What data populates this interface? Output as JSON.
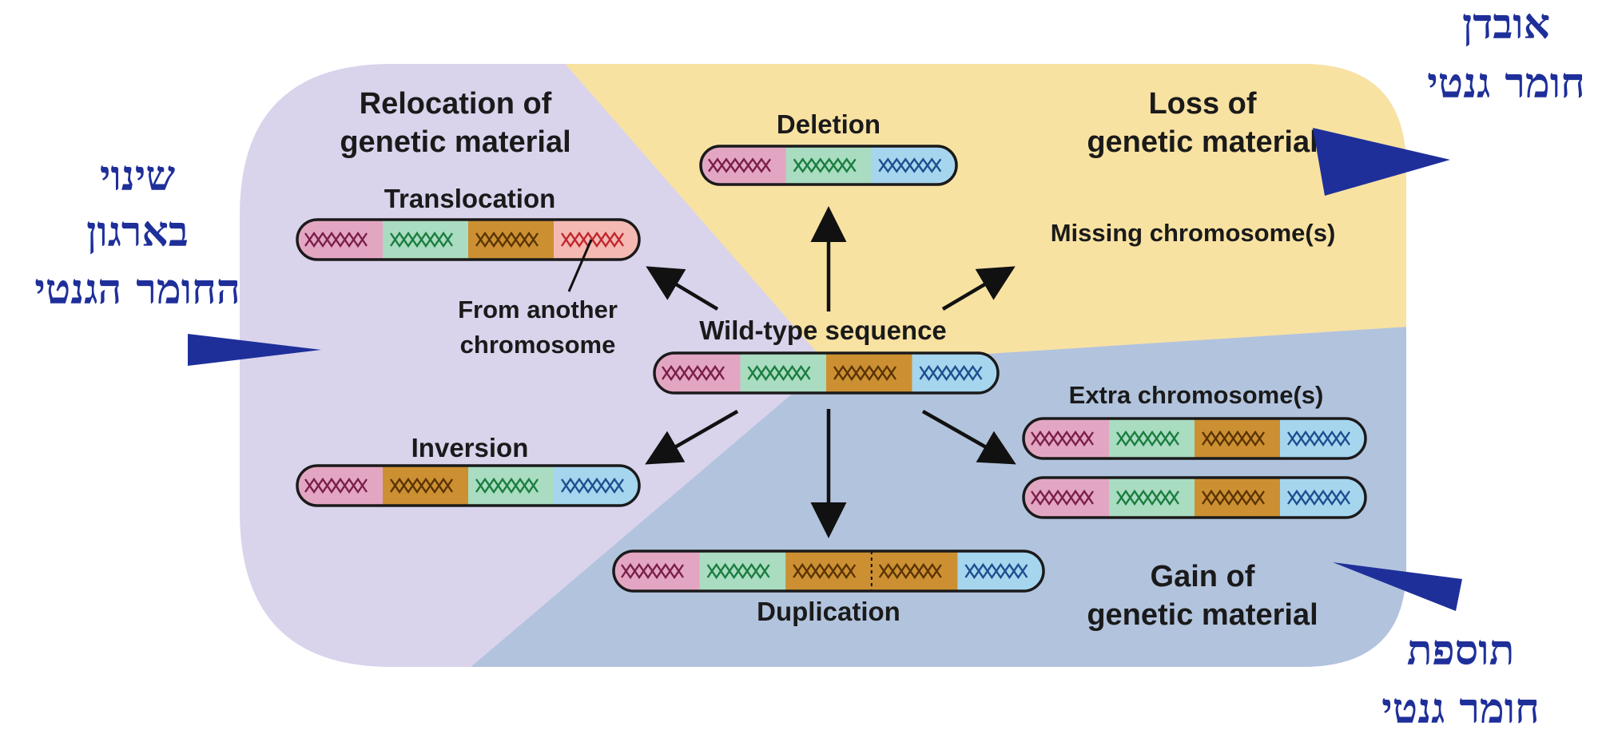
{
  "regions": {
    "relocation": [
      "Relocation of",
      "genetic material"
    ],
    "loss": [
      "Loss of",
      "genetic material"
    ],
    "gain": [
      "Gain of",
      "genetic material"
    ]
  },
  "labels": {
    "deletion": "Deletion",
    "translocation": "Translocation",
    "from_another": [
      "From another",
      "chromosome"
    ],
    "missing": "Missing chromosome(s)",
    "wildtype": "Wild-type sequence",
    "extra": "Extra chromosome(s)",
    "inversion": "Inversion",
    "duplication": "Duplication"
  },
  "hebrew": {
    "loss": [
      "אובדן",
      "חומר גנטי"
    ],
    "relocation": [
      "שינוי",
      "בארגון",
      "החומר הגנטי"
    ],
    "gain": [
      "תוספת",
      "חומר גנטי"
    ]
  },
  "colors": {
    "purple_region": "#d9d3ec",
    "yellow_region": "#f8e2a2",
    "blue_region": "#b2c3dd",
    "seg_pink": "#e3a6c2",
    "seg_green": "#a9dcc0",
    "seg_orange": "#cc9033",
    "seg_blue": "#a6d5ee",
    "seg_red": "#f4b9b3",
    "hebrew_text": "#1e2f9a"
  },
  "chromosomes": {
    "deletion": [
      "pink",
      "green",
      "blue"
    ],
    "translocation": [
      "pink",
      "green",
      "orange",
      "red"
    ],
    "wildtype": [
      "pink",
      "green",
      "orange",
      "blue"
    ],
    "extra1": [
      "pink",
      "green",
      "orange",
      "blue"
    ],
    "extra2": [
      "pink",
      "green",
      "orange",
      "blue"
    ],
    "inversion": [
      "pink",
      "orange",
      "green",
      "blue"
    ],
    "duplication": [
      "pink",
      "green",
      "orange",
      "orange",
      "blue"
    ]
  }
}
